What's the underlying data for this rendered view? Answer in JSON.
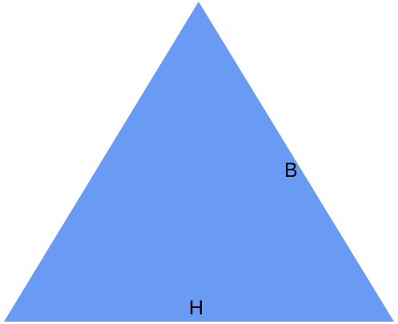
{
  "diagram": {
    "shape": "triangle",
    "fill_color": "#6a9bf4",
    "labels": {
      "side_label": "B",
      "base_label": "H"
    }
  }
}
